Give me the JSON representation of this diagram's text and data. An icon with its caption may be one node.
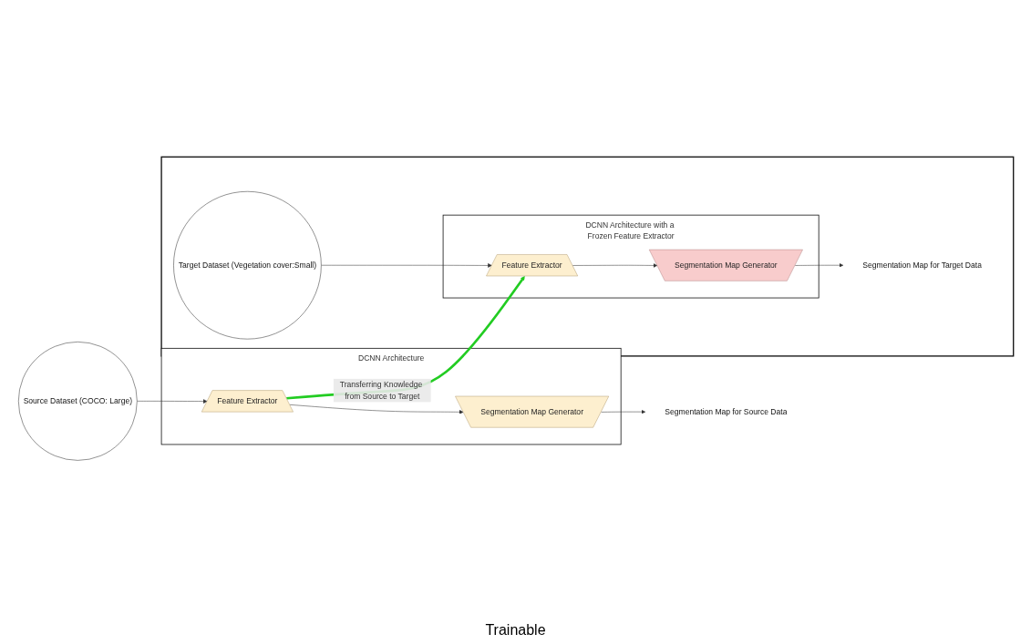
{
  "diagram": {
    "nodes": [
      {
        "text": [
          "DCNN Architecture"
        ]
      },
      {
        "text": [
          "Feature Extractor"
        ],
        "in": 0
      },
      {
        "text": [
          "Segmentation Map Generator"
        ],
        "in": 0
      },
      {
        "text": [
          "Source Dataset (COCO: Large)"
        ]
      },
      {
        "text": [
          "Segmentation Map for Source Data"
        ]
      },
      {
        "text": [],
        "shape": "box"
      },
      {
        "text": [
          "DCNN Architecture with a Frozen Feature Extractor"
        ],
        "in": 5
      },
      {
        "text": [
          "Feature Extractor"
        ],
        "in": 6
      },
      {
        "text": [
          "Segmentation Map Generator"
        ],
        "in": 6
      },
      {
        "text": [
          "Target Dataset (Vegetation cover:Small)"
        ],
        "in": 5
      },
      {
        "text": [
          "Segmentation Map for Target Data"
        ],
        "in": 5
      }
    ],
    "edges": [
      {
        "from": 3,
        "to": 1,
        "arrow": "to"
      },
      {
        "from": 1,
        "to": 2,
        "arrow": "to"
      },
      {
        "from": 2,
        "to": 4,
        "arrow": "to"
      },
      {
        "from": 1,
        "to": 7,
        "arrow": "to",
        "label": "Transferring Knowledge from Source to Target",
        "style": "thick",
        "color": "#22cc22"
      },
      {
        "from": 9,
        "to": 7,
        "arrow": "to"
      },
      {
        "from": 7,
        "to": 8,
        "arrow": "to"
      },
      {
        "from": 8,
        "to": 10,
        "arrow": "to"
      }
    ],
    "labels": [
      "Trainable"
    ]
  }
}
